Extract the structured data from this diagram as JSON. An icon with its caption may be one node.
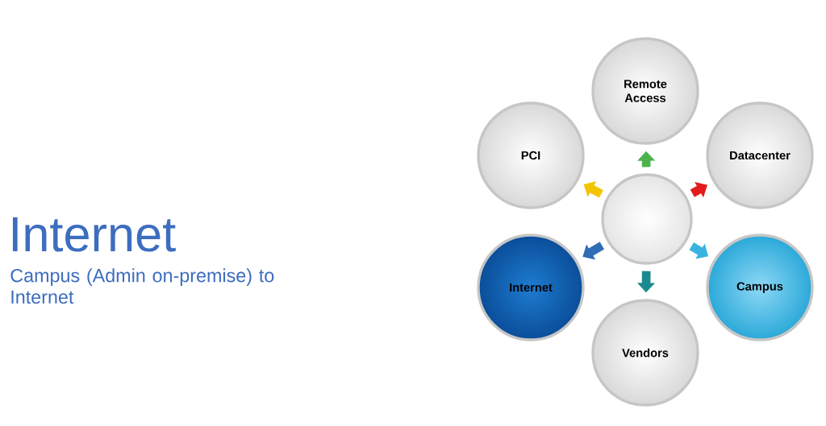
{
  "diagram": {
    "title": "Internet",
    "nodes": [
      {
        "text": [
          "Remote Access"
        ]
      },
      {
        "text": [
          "PCI"
        ]
      },
      {
        "text": [
          "Datacenter"
        ]
      },
      {
        "text": [],
        "shape": "circle"
      },
      {
        "text": [
          "Internet"
        ]
      },
      {
        "text": [
          "Campus"
        ]
      },
      {
        "text": [
          "Vendors"
        ]
      }
    ],
    "edges": [
      {
        "from": 3,
        "to": 0,
        "arrow": "to",
        "color": "#4db34d"
      },
      {
        "from": 3,
        "to": 1,
        "arrow": "to",
        "color": "#f5c400"
      },
      {
        "from": 3,
        "to": 2,
        "arrow": "to",
        "color": "#e51b1b"
      },
      {
        "from": 3,
        "to": 4,
        "arrow": "to",
        "color": "#2f6db5"
      },
      {
        "from": 3,
        "to": 5,
        "arrow": "to",
        "color": "#39b3e0"
      },
      {
        "from": 3,
        "to": 6,
        "arrow": "to",
        "color": "#1b8a8f"
      }
    ],
    "labels": [
      "Campus (Admin on-premise) to Internet"
    ]
  }
}
